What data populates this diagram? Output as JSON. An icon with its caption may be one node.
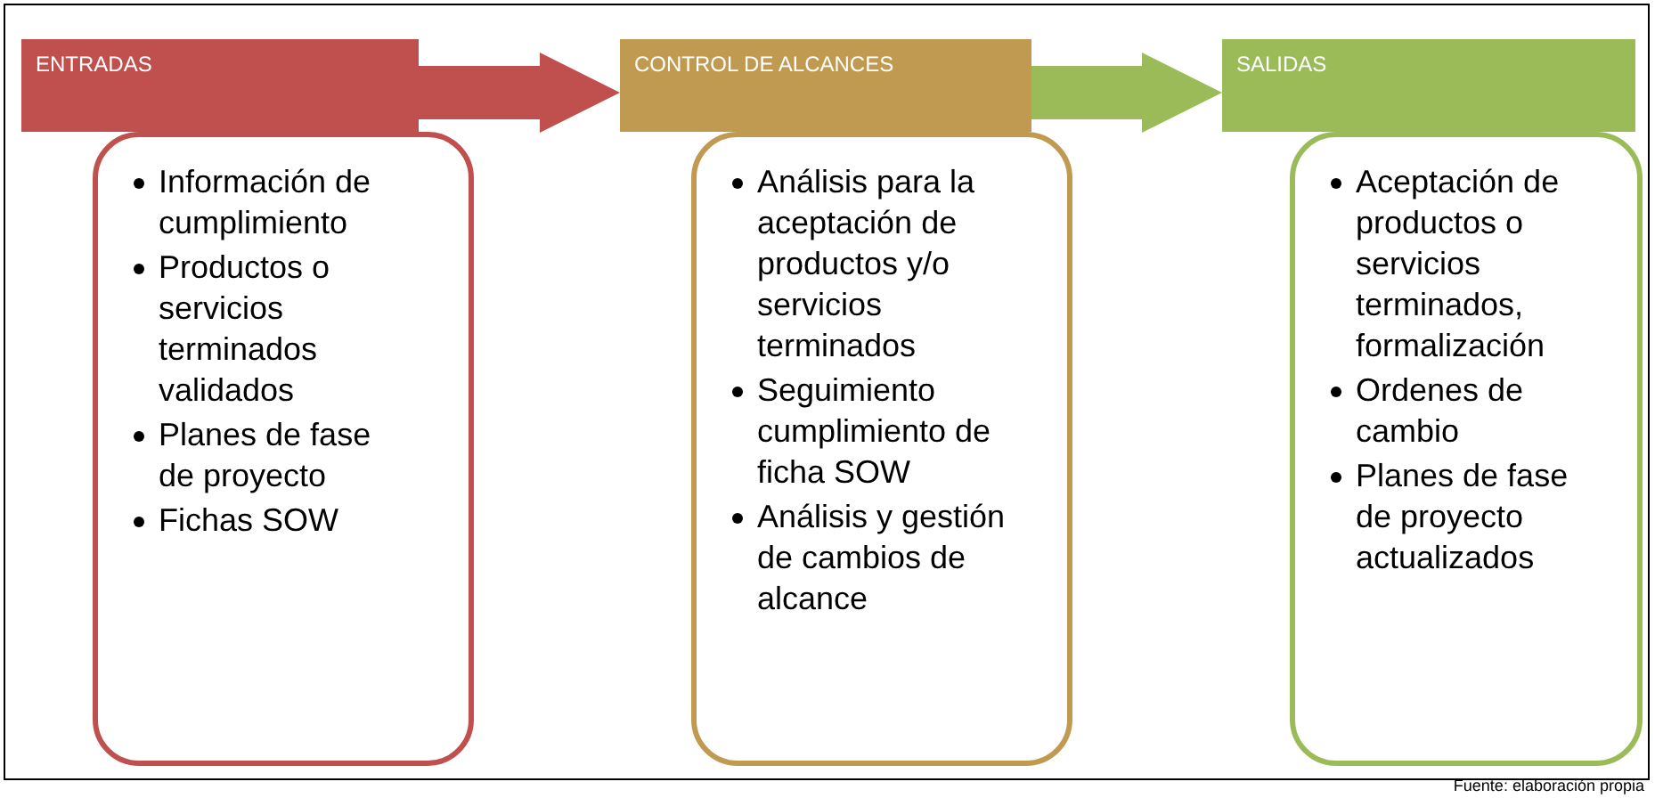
{
  "diagram": {
    "nodes": [
      {
        "text": [
          "ENTRADAS"
        ]
      },
      {
        "text": [
          "Información de cumplimiento",
          "Productos o servicios terminados validados",
          "Planes de fase de proyecto",
          "Fichas SOW"
        ]
      },
      {
        "text": [
          "CONTROL DE ALCANCES"
        ]
      },
      {
        "text": [
          "Análisis para la aceptación de productos y/o servicios terminados",
          "Seguimiento cumplimiento de ficha SOW",
          "Análisis y gestión de cambios de alcance"
        ]
      },
      {
        "text": [
          "SALIDAS"
        ]
      },
      {
        "text": [
          "Aceptación de productos o servicios terminados, formalización",
          "Ordenes de cambio",
          "Planes de fase de proyecto actualizados"
        ]
      }
    ],
    "edges": [
      {
        "from": 0,
        "to": 2,
        "arrow": "to",
        "color": "#c0504d"
      },
      {
        "from": 2,
        "to": 4,
        "arrow": "to",
        "color": "#9bbb59"
      }
    ],
    "labels": [
      "Fuente: elaboración propia"
    ]
  }
}
